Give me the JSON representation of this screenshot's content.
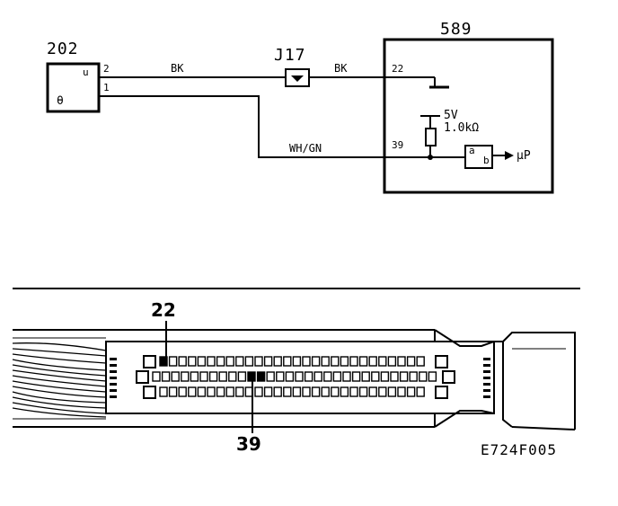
{
  "schematic": {
    "sensor": {
      "id": "202",
      "pin_upper": "2",
      "pin_lower": "1",
      "symbol_top": "u",
      "symbol_main": "θ"
    },
    "connector": {
      "id": "J17"
    },
    "ecu": {
      "id": "589",
      "pin_ground": "22",
      "pin_signal": "39",
      "supply": "5V",
      "resistor": "1.0kΩ",
      "output": "µP",
      "gate_in": "a",
      "gate_out": "b"
    },
    "wires": {
      "sensor_to_j17": "BK",
      "j17_to_ecu": "BK",
      "signal": "WH/GN"
    }
  },
  "connector_view": {
    "pin_top_label": "22",
    "pin_bottom_label": "39",
    "figure_code": "E724F005"
  }
}
